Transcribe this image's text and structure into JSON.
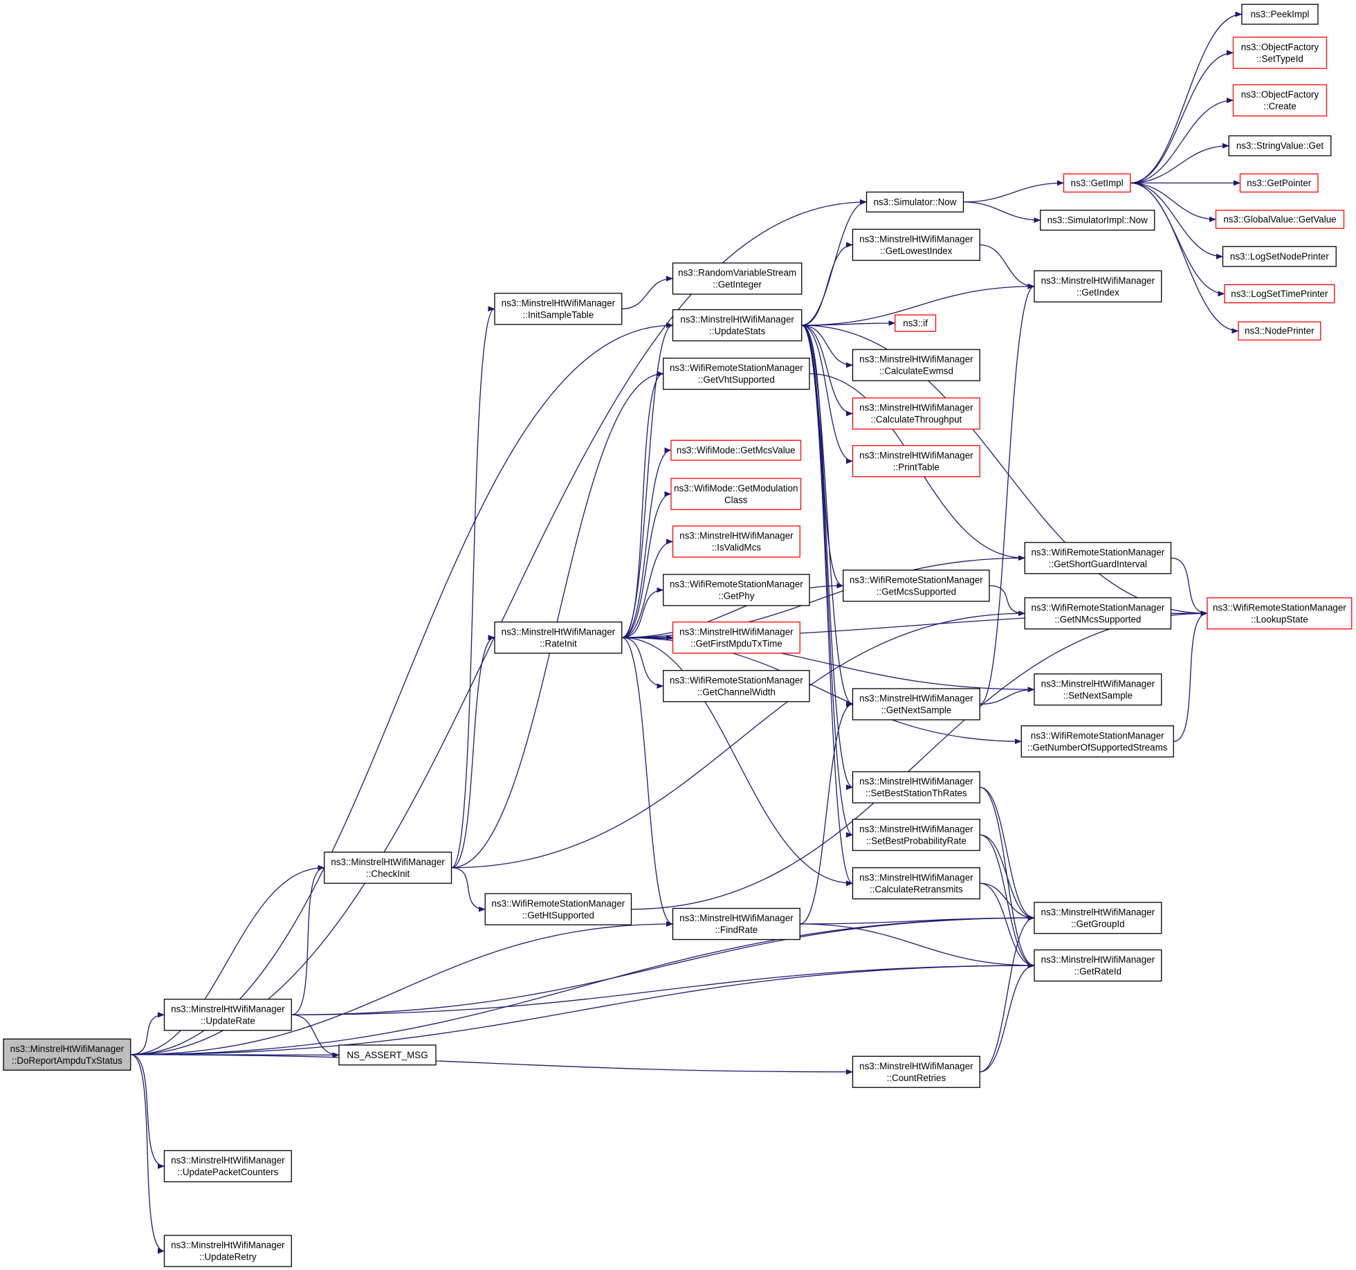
{
  "colors": {
    "edge": "#191970",
    "border_default": "#000000",
    "border_incomplete": "#ff0000",
    "root_fill": "#bfbfbf",
    "node_fill": "#ffffff"
  },
  "graph": {
    "nodes": [
      {
        "id": "root",
        "lines": [
          "ns3::MinstrelHtWifiManager",
          "::DoReportAmpduTxStatus"
        ],
        "style": "root"
      },
      {
        "id": "checkinit",
        "lines": [
          "ns3::MinstrelHtWifiManager",
          "::CheckInit"
        ],
        "style": "normal"
      },
      {
        "id": "updaterate",
        "lines": [
          "ns3::MinstrelHtWifiManager",
          "::UpdateRate"
        ],
        "style": "normal"
      },
      {
        "id": "nsassert",
        "lines": [
          "NS_ASSERT_MSG"
        ],
        "style": "normal"
      },
      {
        "id": "updatepktctr",
        "lines": [
          "ns3::MinstrelHtWifiManager",
          "::UpdatePacketCounters"
        ],
        "style": "normal"
      },
      {
        "id": "updateretry",
        "lines": [
          "ns3::MinstrelHtWifiManager",
          "::UpdateRetry"
        ],
        "style": "normal"
      },
      {
        "id": "initsample",
        "lines": [
          "ns3::MinstrelHtWifiManager",
          "::InitSampleTable"
        ],
        "style": "normal"
      },
      {
        "id": "rateinit",
        "lines": [
          "ns3::MinstrelHtWifiManager",
          "::RateInit"
        ],
        "style": "normal"
      },
      {
        "id": "getht",
        "lines": [
          "ns3::WifiRemoteStationManager",
          "::GetHtSupported"
        ],
        "style": "normal"
      },
      {
        "id": "getinteger",
        "lines": [
          "ns3::RandomVariableStream",
          "::GetInteger"
        ],
        "style": "normal"
      },
      {
        "id": "updatestats",
        "lines": [
          "ns3::MinstrelHtWifiManager",
          "::UpdateStats"
        ],
        "style": "normal"
      },
      {
        "id": "getvht",
        "lines": [
          "ns3::WifiRemoteStationManager",
          "::GetVhtSupported"
        ],
        "style": "normal"
      },
      {
        "id": "getmcsvalue",
        "lines": [
          "ns3::WifiMode::GetMcsValue"
        ],
        "style": "red"
      },
      {
        "id": "getmodclass",
        "lines": [
          "ns3::WifiMode::GetModulation",
          "Class"
        ],
        "style": "red"
      },
      {
        "id": "isvalidmcs",
        "lines": [
          "ns3::MinstrelHtWifiManager",
          "::IsValidMcs"
        ],
        "style": "red"
      },
      {
        "id": "getphy",
        "lines": [
          "ns3::WifiRemoteStationManager",
          "::GetPhy"
        ],
        "style": "normal"
      },
      {
        "id": "getfirstmpdu",
        "lines": [
          "ns3::MinstrelHtWifiManager",
          "::GetFirstMpduTxTime"
        ],
        "style": "red"
      },
      {
        "id": "getchanwidth",
        "lines": [
          "ns3::WifiRemoteStationManager",
          "::GetChannelWidth"
        ],
        "style": "normal"
      },
      {
        "id": "findrate",
        "lines": [
          "ns3::MinstrelHtWifiManager",
          "::FindRate"
        ],
        "style": "normal"
      },
      {
        "id": "simnow",
        "lines": [
          "ns3::Simulator::Now"
        ],
        "style": "normal"
      },
      {
        "id": "getlowestidx",
        "lines": [
          "ns3::MinstrelHtWifiManager",
          "::GetLowestIndex"
        ],
        "style": "normal"
      },
      {
        "id": "nsif",
        "lines": [
          "ns3::if"
        ],
        "style": "red"
      },
      {
        "id": "calcewmsd",
        "lines": [
          "ns3::MinstrelHtWifiManager",
          "::CalculateEwmsd"
        ],
        "style": "normal"
      },
      {
        "id": "calcthroughput",
        "lines": [
          "ns3::MinstrelHtWifiManager",
          "::CalculateThroughput"
        ],
        "style": "red"
      },
      {
        "id": "printtable",
        "lines": [
          "ns3::MinstrelHtWifiManager",
          "::PrintTable"
        ],
        "style": "red"
      },
      {
        "id": "getmcssupp",
        "lines": [
          "ns3::WifiRemoteStationManager",
          "::GetMcsSupported"
        ],
        "style": "normal"
      },
      {
        "id": "getnextsample",
        "lines": [
          "ns3::MinstrelHtWifiManager",
          "::GetNextSample"
        ],
        "style": "normal"
      },
      {
        "id": "setbeststation",
        "lines": [
          "ns3::MinstrelHtWifiManager",
          "::SetBestStationThRates"
        ],
        "style": "normal"
      },
      {
        "id": "setbestprob",
        "lines": [
          "ns3::MinstrelHtWifiManager",
          "::SetBestProbabilityRate"
        ],
        "style": "normal"
      },
      {
        "id": "calcretrans",
        "lines": [
          "ns3::MinstrelHtWifiManager",
          "::CalculateRetransmits"
        ],
        "style": "normal"
      },
      {
        "id": "countretries",
        "lines": [
          "ns3::MinstrelHtWifiManager",
          "::CountRetries"
        ],
        "style": "normal"
      },
      {
        "id": "getimpl",
        "lines": [
          "ns3::GetImpl"
        ],
        "style": "red"
      },
      {
        "id": "simimplnow",
        "lines": [
          "ns3::SimulatorImpl::Now"
        ],
        "style": "normal"
      },
      {
        "id": "getindex",
        "lines": [
          "ns3::MinstrelHtWifiManager",
          "::GetIndex"
        ],
        "style": "normal"
      },
      {
        "id": "getshortgi",
        "lines": [
          "ns3::WifiRemoteStationManager",
          "::GetShortGuardInterval"
        ],
        "style": "normal"
      },
      {
        "id": "getnmcs",
        "lines": [
          "ns3::WifiRemoteStationManager",
          "::GetNMcsSupported"
        ],
        "style": "normal"
      },
      {
        "id": "setnextsample",
        "lines": [
          "ns3::MinstrelHtWifiManager",
          "::SetNextSample"
        ],
        "style": "normal"
      },
      {
        "id": "getnumstreams",
        "lines": [
          "ns3::WifiRemoteStationManager",
          "::GetNumberOfSupportedStreams"
        ],
        "style": "normal"
      },
      {
        "id": "getgroupid",
        "lines": [
          "ns3::MinstrelHtWifiManager",
          "::GetGroupId"
        ],
        "style": "normal"
      },
      {
        "id": "getrateid",
        "lines": [
          "ns3::MinstrelHtWifiManager",
          "::GetRateId"
        ],
        "style": "normal"
      },
      {
        "id": "lookupstate",
        "lines": [
          "ns3::WifiRemoteStationManager",
          "::LookupState"
        ],
        "style": "red"
      },
      {
        "id": "peekimpl",
        "lines": [
          "ns3::PeekImpl"
        ],
        "style": "normal"
      },
      {
        "id": "objfactsettypeid",
        "lines": [
          "ns3::ObjectFactory",
          "::SetTypeId"
        ],
        "style": "red"
      },
      {
        "id": "objfactcreate",
        "lines": [
          "ns3::ObjectFactory",
          "::Create"
        ],
        "style": "red"
      },
      {
        "id": "stringvalueget",
        "lines": [
          "ns3::StringValue::Get"
        ],
        "style": "normal"
      },
      {
        "id": "getpointer",
        "lines": [
          "ns3::GetPointer"
        ],
        "style": "red"
      },
      {
        "id": "globalvaluegetvalue",
        "lines": [
          "ns3::GlobalValue::GetValue"
        ],
        "style": "red"
      },
      {
        "id": "logsetnodeprinter",
        "lines": [
          "ns3::LogSetNodePrinter"
        ],
        "style": "normal"
      },
      {
        "id": "logsettimeprinter",
        "lines": [
          "ns3::LogSetTimePrinter"
        ],
        "style": "red"
      },
      {
        "id": "nodeprinter",
        "lines": [
          "ns3::NodePrinter"
        ],
        "style": "red"
      }
    ],
    "edges": [
      [
        "root",
        "simnow"
      ],
      [
        "root",
        "checkinit"
      ],
      [
        "root",
        "updaterate"
      ],
      [
        "root",
        "nsassert"
      ],
      [
        "root",
        "updatestats"
      ],
      [
        "root",
        "findrate"
      ],
      [
        "root",
        "getgroupid"
      ],
      [
        "root",
        "countretries"
      ],
      [
        "root",
        "updatepktctr"
      ],
      [
        "root",
        "updateretry"
      ],
      [
        "root",
        "getrateid"
      ],
      [
        "checkinit",
        "initsample"
      ],
      [
        "checkinit",
        "rateinit"
      ],
      [
        "checkinit",
        "getht"
      ],
      [
        "checkinit",
        "getvht"
      ],
      [
        "checkinit",
        "getnmcs"
      ],
      [
        "updaterate",
        "checkinit"
      ],
      [
        "updaterate",
        "nsassert"
      ],
      [
        "updaterate",
        "getgroupid"
      ],
      [
        "updaterate",
        "getrateid"
      ],
      [
        "initsample",
        "getinteger"
      ],
      [
        "rateinit",
        "updatestats"
      ],
      [
        "rateinit",
        "getvht"
      ],
      [
        "rateinit",
        "getmcsvalue"
      ],
      [
        "rateinit",
        "getmodclass"
      ],
      [
        "rateinit",
        "isvalidmcs"
      ],
      [
        "rateinit",
        "getphy"
      ],
      [
        "rateinit",
        "getfirstmpdu"
      ],
      [
        "rateinit",
        "getchanwidth"
      ],
      [
        "rateinit",
        "findrate"
      ],
      [
        "rateinit",
        "getshortgi"
      ],
      [
        "rateinit",
        "getmcssupp"
      ],
      [
        "rateinit",
        "setnextsample"
      ],
      [
        "rateinit",
        "getnumstreams"
      ],
      [
        "rateinit",
        "calcretrans"
      ],
      [
        "rateinit",
        "lookupstate"
      ],
      [
        "getht",
        "lookupstate"
      ],
      [
        "getvht",
        "getshortgi"
      ],
      [
        "updatestats",
        "simnow"
      ],
      [
        "updatestats",
        "getlowestidx"
      ],
      [
        "updatestats",
        "getindex"
      ],
      [
        "updatestats",
        "nsif"
      ],
      [
        "updatestats",
        "calcewmsd"
      ],
      [
        "updatestats",
        "calcthroughput"
      ],
      [
        "updatestats",
        "printtable"
      ],
      [
        "updatestats",
        "getmcssupp"
      ],
      [
        "updatestats",
        "getnextsample"
      ],
      [
        "updatestats",
        "setbeststation"
      ],
      [
        "updatestats",
        "setbestprob"
      ],
      [
        "updatestats",
        "calcretrans"
      ],
      [
        "updatestats",
        "lookupstate"
      ],
      [
        "findrate",
        "getnextsample"
      ],
      [
        "findrate",
        "getgroupid"
      ],
      [
        "findrate",
        "getrateid"
      ],
      [
        "simnow",
        "getimpl"
      ],
      [
        "simnow",
        "simimplnow"
      ],
      [
        "getlowestidx",
        "getindex"
      ],
      [
        "getmcssupp",
        "getnmcs"
      ],
      [
        "getnextsample",
        "setnextsample"
      ],
      [
        "getnextsample",
        "getindex"
      ],
      [
        "setbeststation",
        "getgroupid"
      ],
      [
        "setbeststation",
        "getrateid"
      ],
      [
        "setbestprob",
        "getgroupid"
      ],
      [
        "setbestprob",
        "getrateid"
      ],
      [
        "calcretrans",
        "getgroupid"
      ],
      [
        "calcretrans",
        "getrateid"
      ],
      [
        "countretries",
        "getgroupid"
      ],
      [
        "countretries",
        "getrateid"
      ],
      [
        "getshortgi",
        "lookupstate"
      ],
      [
        "getnmcs",
        "lookupstate"
      ],
      [
        "getnumstreams",
        "lookupstate"
      ],
      [
        "getimpl",
        "peekimpl"
      ],
      [
        "getimpl",
        "objfactsettypeid"
      ],
      [
        "getimpl",
        "objfactcreate"
      ],
      [
        "getimpl",
        "stringvalueget"
      ],
      [
        "getimpl",
        "getpointer"
      ],
      [
        "getimpl",
        "globalvaluegetvalue"
      ],
      [
        "getimpl",
        "logsetnodeprinter"
      ],
      [
        "getimpl",
        "logsettimeprinter"
      ],
      [
        "getimpl",
        "nodeprinter"
      ]
    ]
  }
}
